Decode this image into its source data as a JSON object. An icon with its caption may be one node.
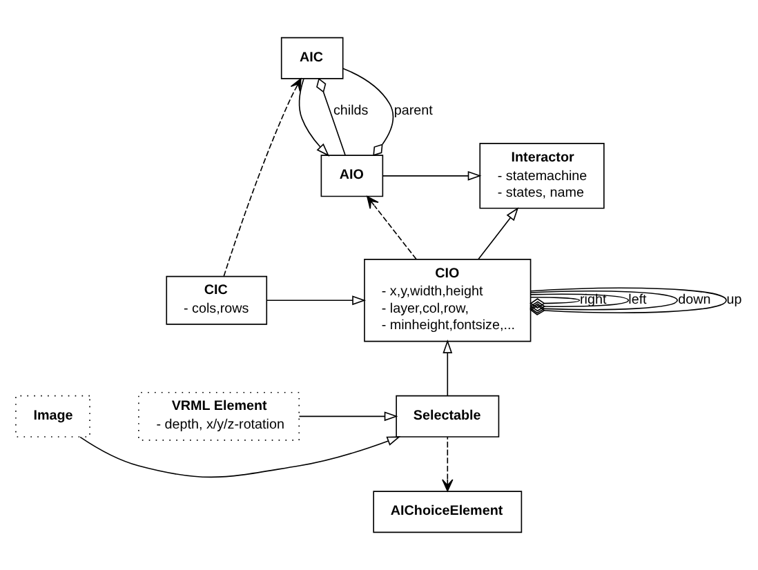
{
  "diagram": {
    "nodes": [
      {
        "text": [
          "Interactor",
          "- statemachine",
          "- states, name"
        ]
      },
      {
        "text": [
          "AIO"
        ]
      },
      {
        "text": [
          "AIC"
        ]
      },
      {
        "text": [
          "CIO",
          "- x,y,width,height",
          "- layer,col,row,",
          "- minheight,fontsize,..."
        ]
      },
      {
        "text": [
          "CIC",
          "- cols,rows"
        ]
      },
      {
        "text": [
          "Image"
        ]
      },
      {
        "text": [
          "Selectable"
        ]
      },
      {
        "text": [
          "VRML Element",
          "- depth, x/y/z-rotation"
        ]
      },
      {
        "text": [
          "AIChoiceElement"
        ]
      }
    ],
    "edges": [
      {
        "from": 1,
        "to": 0,
        "arrow": "to"
      },
      {
        "from": 2,
        "to": 1,
        "arrow": "to"
      },
      {
        "from": 1,
        "to": 2,
        "arrow": "other",
        "label": "parent"
      },
      {
        "from": 2,
        "to": 1,
        "arrow": "other",
        "label": "childs"
      },
      {
        "from": 3,
        "to": 1,
        "arrow": "to",
        "style": "dashed"
      },
      {
        "from": 4,
        "to": 2,
        "arrow": "to",
        "style": "dashed"
      },
      {
        "from": 3,
        "to": 0,
        "arrow": "to"
      },
      {
        "from": 3,
        "to": 3,
        "arrow": "other",
        "label": "right"
      },
      {
        "from": 3,
        "to": 3,
        "arrow": "other",
        "label": "left"
      },
      {
        "from": 3,
        "to": 3,
        "arrow": "other",
        "label": "down"
      },
      {
        "from": 3,
        "to": 3,
        "arrow": "other",
        "label": "up"
      },
      {
        "from": 4,
        "to": 3,
        "arrow": "to"
      },
      {
        "from": 6,
        "to": 3,
        "arrow": "to"
      },
      {
        "from": 5,
        "to": 6,
        "arrow": "to"
      },
      {
        "from": 7,
        "to": 6,
        "arrow": "to"
      },
      {
        "from": 6,
        "to": 8,
        "arrow": "to",
        "style": "dashed"
      }
    ]
  }
}
